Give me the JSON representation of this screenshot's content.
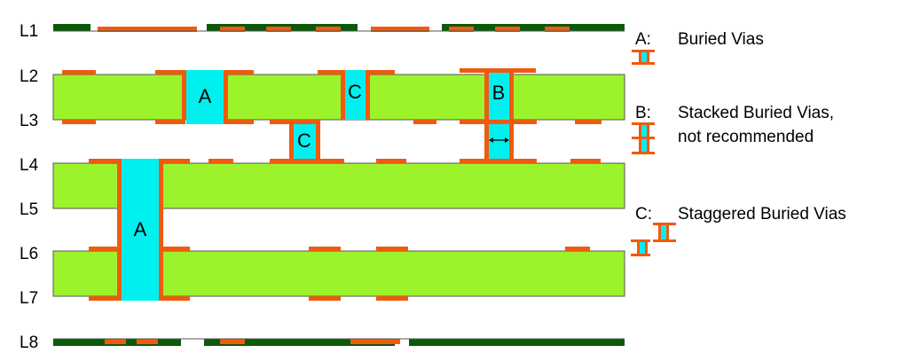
{
  "layers": [
    "L1",
    "L2",
    "L3",
    "L4",
    "L5",
    "L6",
    "L7",
    "L8"
  ],
  "vias": [
    {
      "id": "via-A-upper",
      "letter": "A"
    },
    {
      "id": "via-C-upper",
      "letter": "C"
    },
    {
      "id": "via-B",
      "letter": "B"
    },
    {
      "id": "via-C-lower",
      "letter": "C"
    },
    {
      "id": "via-A-lower",
      "letter": "A"
    }
  ],
  "legend": [
    {
      "key": "A:",
      "lines": [
        "Buried Vias"
      ]
    },
    {
      "key": "B:",
      "lines": [
        "Stacked Buried Vias,",
        "not recommended"
      ]
    },
    {
      "key": "C:",
      "lines": [
        "Staggered Buried Vias"
      ]
    }
  ],
  "colors": {
    "core": "#9cf32c",
    "copper": "#f05a0f",
    "via_fill": "#00f0f0",
    "outer_copper": "#0a5a0a",
    "line": "#555555"
  }
}
